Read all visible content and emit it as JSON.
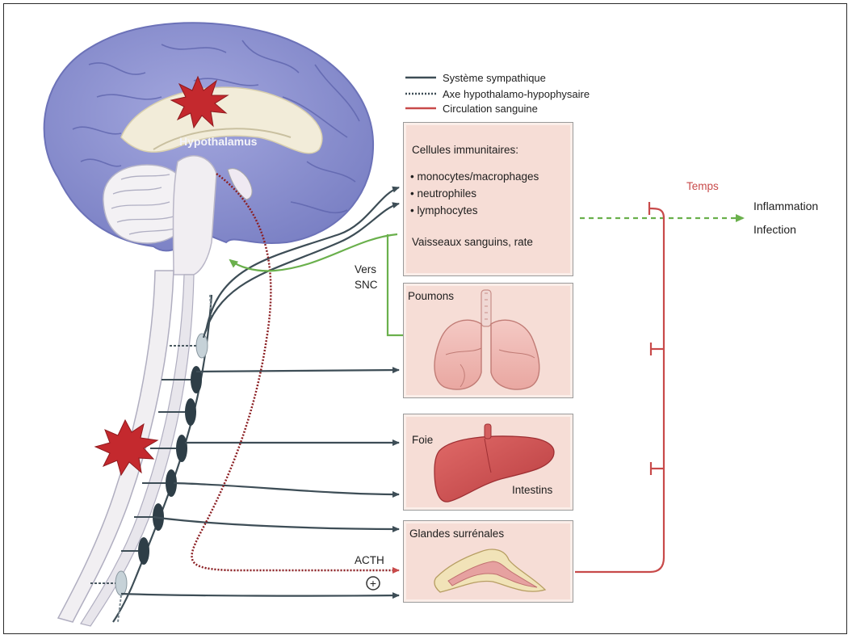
{
  "legend": {
    "items": [
      {
        "label": "Système sympathique",
        "style": "solid",
        "color": "#3d4d56"
      },
      {
        "label": "Axe hypothalamo-hypophysaire",
        "style": "dotted",
        "color": "#3d4d56"
      },
      {
        "label": "Circulation sanguine",
        "style": "solid",
        "color": "#c84a4a"
      }
    ]
  },
  "brain": {
    "hypothalamus_label": "Hypothalamus"
  },
  "boxes": {
    "immune": {
      "title": "Cellules immunitaires:",
      "items": [
        "monocytes/macrophages",
        "neutrophiles",
        "lymphocytes"
      ],
      "footer": "Vaisseaux sanguins,  rate"
    },
    "lungs": {
      "title": "Poumons"
    },
    "liver": {
      "title": "Foie",
      "sub": "Intestins"
    },
    "adrenal": {
      "title": "Glandes surrénales"
    }
  },
  "labels": {
    "vers_snc_line1": "Vers",
    "vers_snc_line2": "SNC",
    "acth": "ACTH",
    "plus": "+",
    "temps": "Temps",
    "inflammation": "Inflammation",
    "infection": "Infection"
  },
  "colors": {
    "nerve": "#3d4d56",
    "blood": "#c84a4a",
    "feedback_green": "#6ab04c",
    "brain": "#8a8fcf",
    "box_fill": "#f6ddd6",
    "organ": "#d9585a"
  }
}
